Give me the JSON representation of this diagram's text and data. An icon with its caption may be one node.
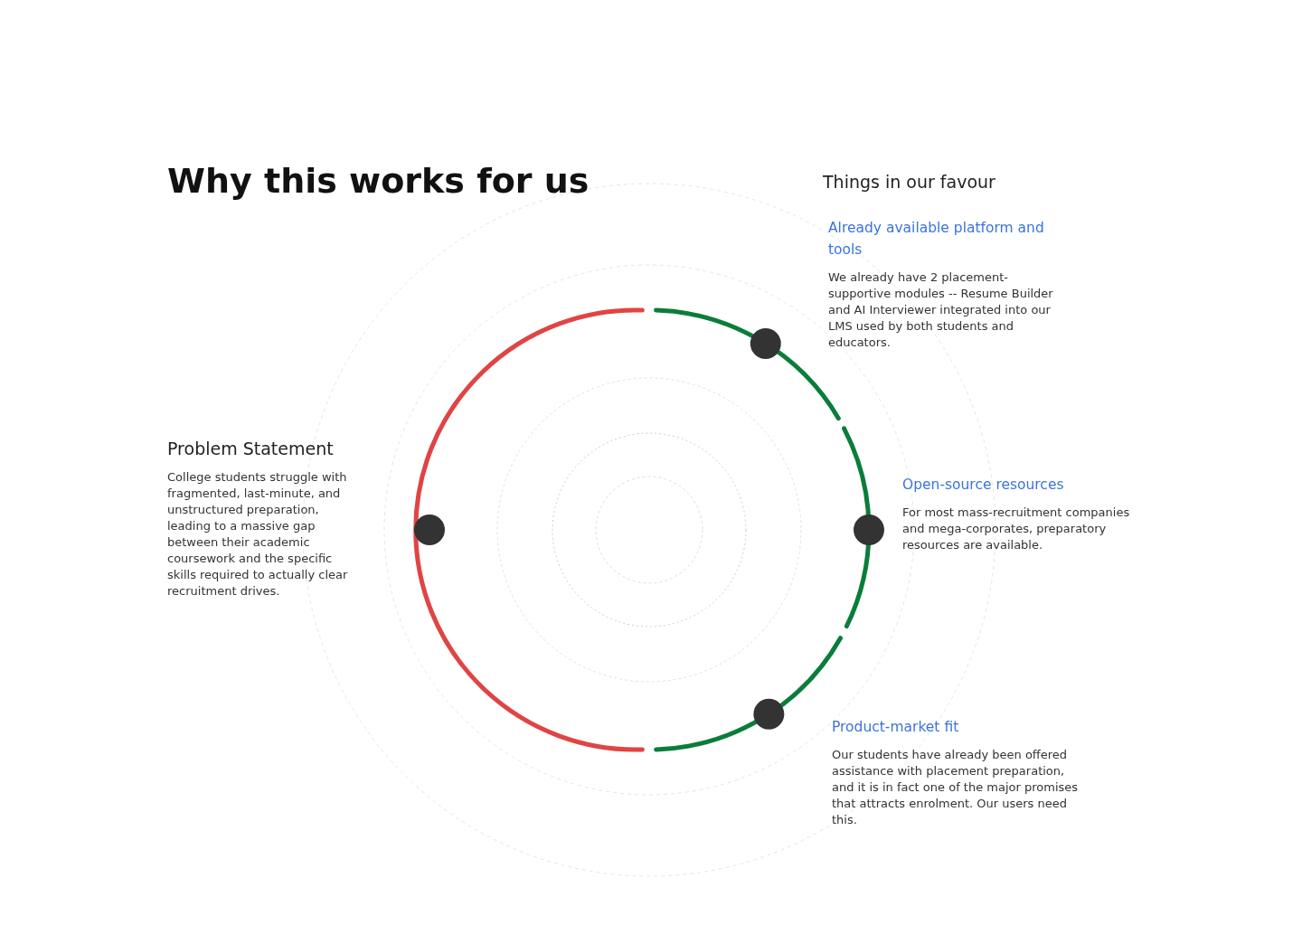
{
  "diagram": {
    "title": "Why this works for us",
    "nodes": [
      {
        "text": [
          "Problem Statement",
          "College students struggle with fragmented, last-minute, and unstructured preparation, leading to a massive gap between their academic coursework and the specific skills required to actually clear recruitment drives."
        ]
      },
      {
        "text": [
          "Already available platform and tools",
          "We already have 2 placement-supportive modules -- Resume Builder and AI Interviewer integrated into our LMS used by both students and educators."
        ]
      },
      {
        "text": [
          "Open-source resources",
          "For most mass-recruitment companies and mega-corporates, preparatory resources are available."
        ]
      },
      {
        "text": [
          "Product-market fit",
          "Our students have already been offered assistance with placement preparation, and it is in fact one of the major promises that attracts enrolment. Our users need this."
        ]
      }
    ],
    "labels": [
      "Things in our favour"
    ]
  }
}
